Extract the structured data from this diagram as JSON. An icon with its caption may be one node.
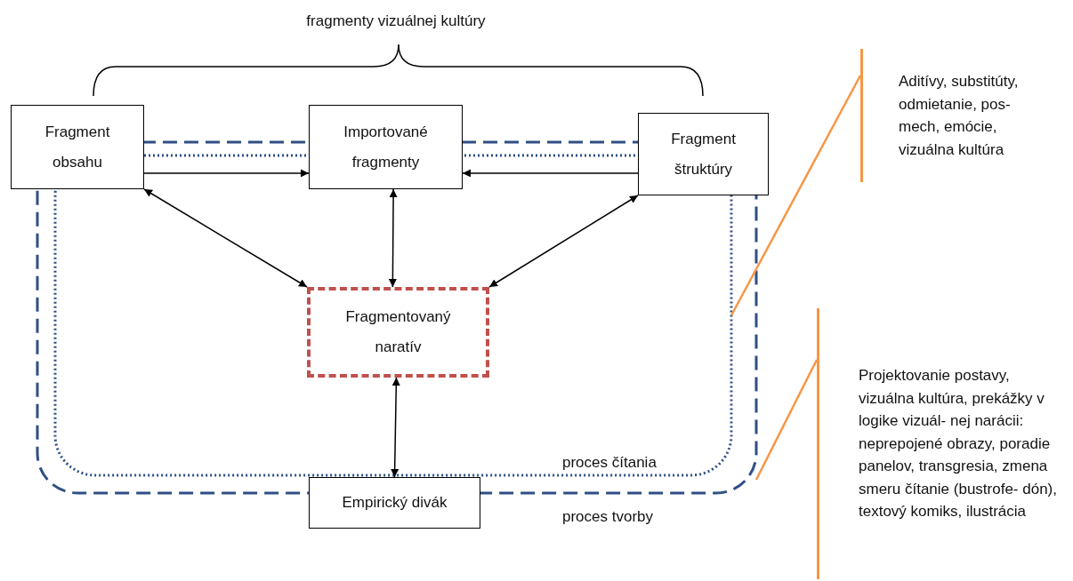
{
  "diagram": {
    "nodes": [
      {
        "text": [
          "Fragment obsahu"
        ]
      },
      {
        "text": [
          "Importované fragmenty"
        ]
      },
      {
        "text": [
          "Fragment štruktúry"
        ]
      },
      {
        "text": [
          "Fragmentovaný naratív"
        ]
      },
      {
        "text": [
          "Empirický divák"
        ]
      },
      {
        "text": [
          "Aditívy, substitúty, odmietanie, pos- mech, emócie, vizuálna kultúra"
        ]
      },
      {
        "text": [
          "Projektovanie postavy, vizuálna kultúra, prekážky v logike vizuál- nej narácii: neprepojené obrazy, poradie panelov, transgresia, zmena smeru čítanie (bustrofe- dón), textový komiks, ilustrácia"
        ]
      }
    ],
    "edges": [
      {
        "from": 0,
        "to": 1,
        "arrow": "to"
      },
      {
        "from": 2,
        "to": 1,
        "arrow": "to"
      },
      {
        "from": 0,
        "to": 3,
        "arrow": "both"
      },
      {
        "from": 1,
        "to": 3,
        "arrow": "both"
      },
      {
        "from": 2,
        "to": 3,
        "arrow": "both"
      },
      {
        "from": 3,
        "to": 4,
        "arrow": "both"
      },
      {
        "from": 5,
        "to": null,
        "arrow": "none",
        "color": "#f79646"
      },
      {
        "from": 6,
        "to": null,
        "arrow": "none",
        "color": "#f79646"
      }
    ],
    "labels": [
      "fragmenty vizuálnej kultúry",
      "proces čítania",
      "proces tvorby"
    ]
  }
}
